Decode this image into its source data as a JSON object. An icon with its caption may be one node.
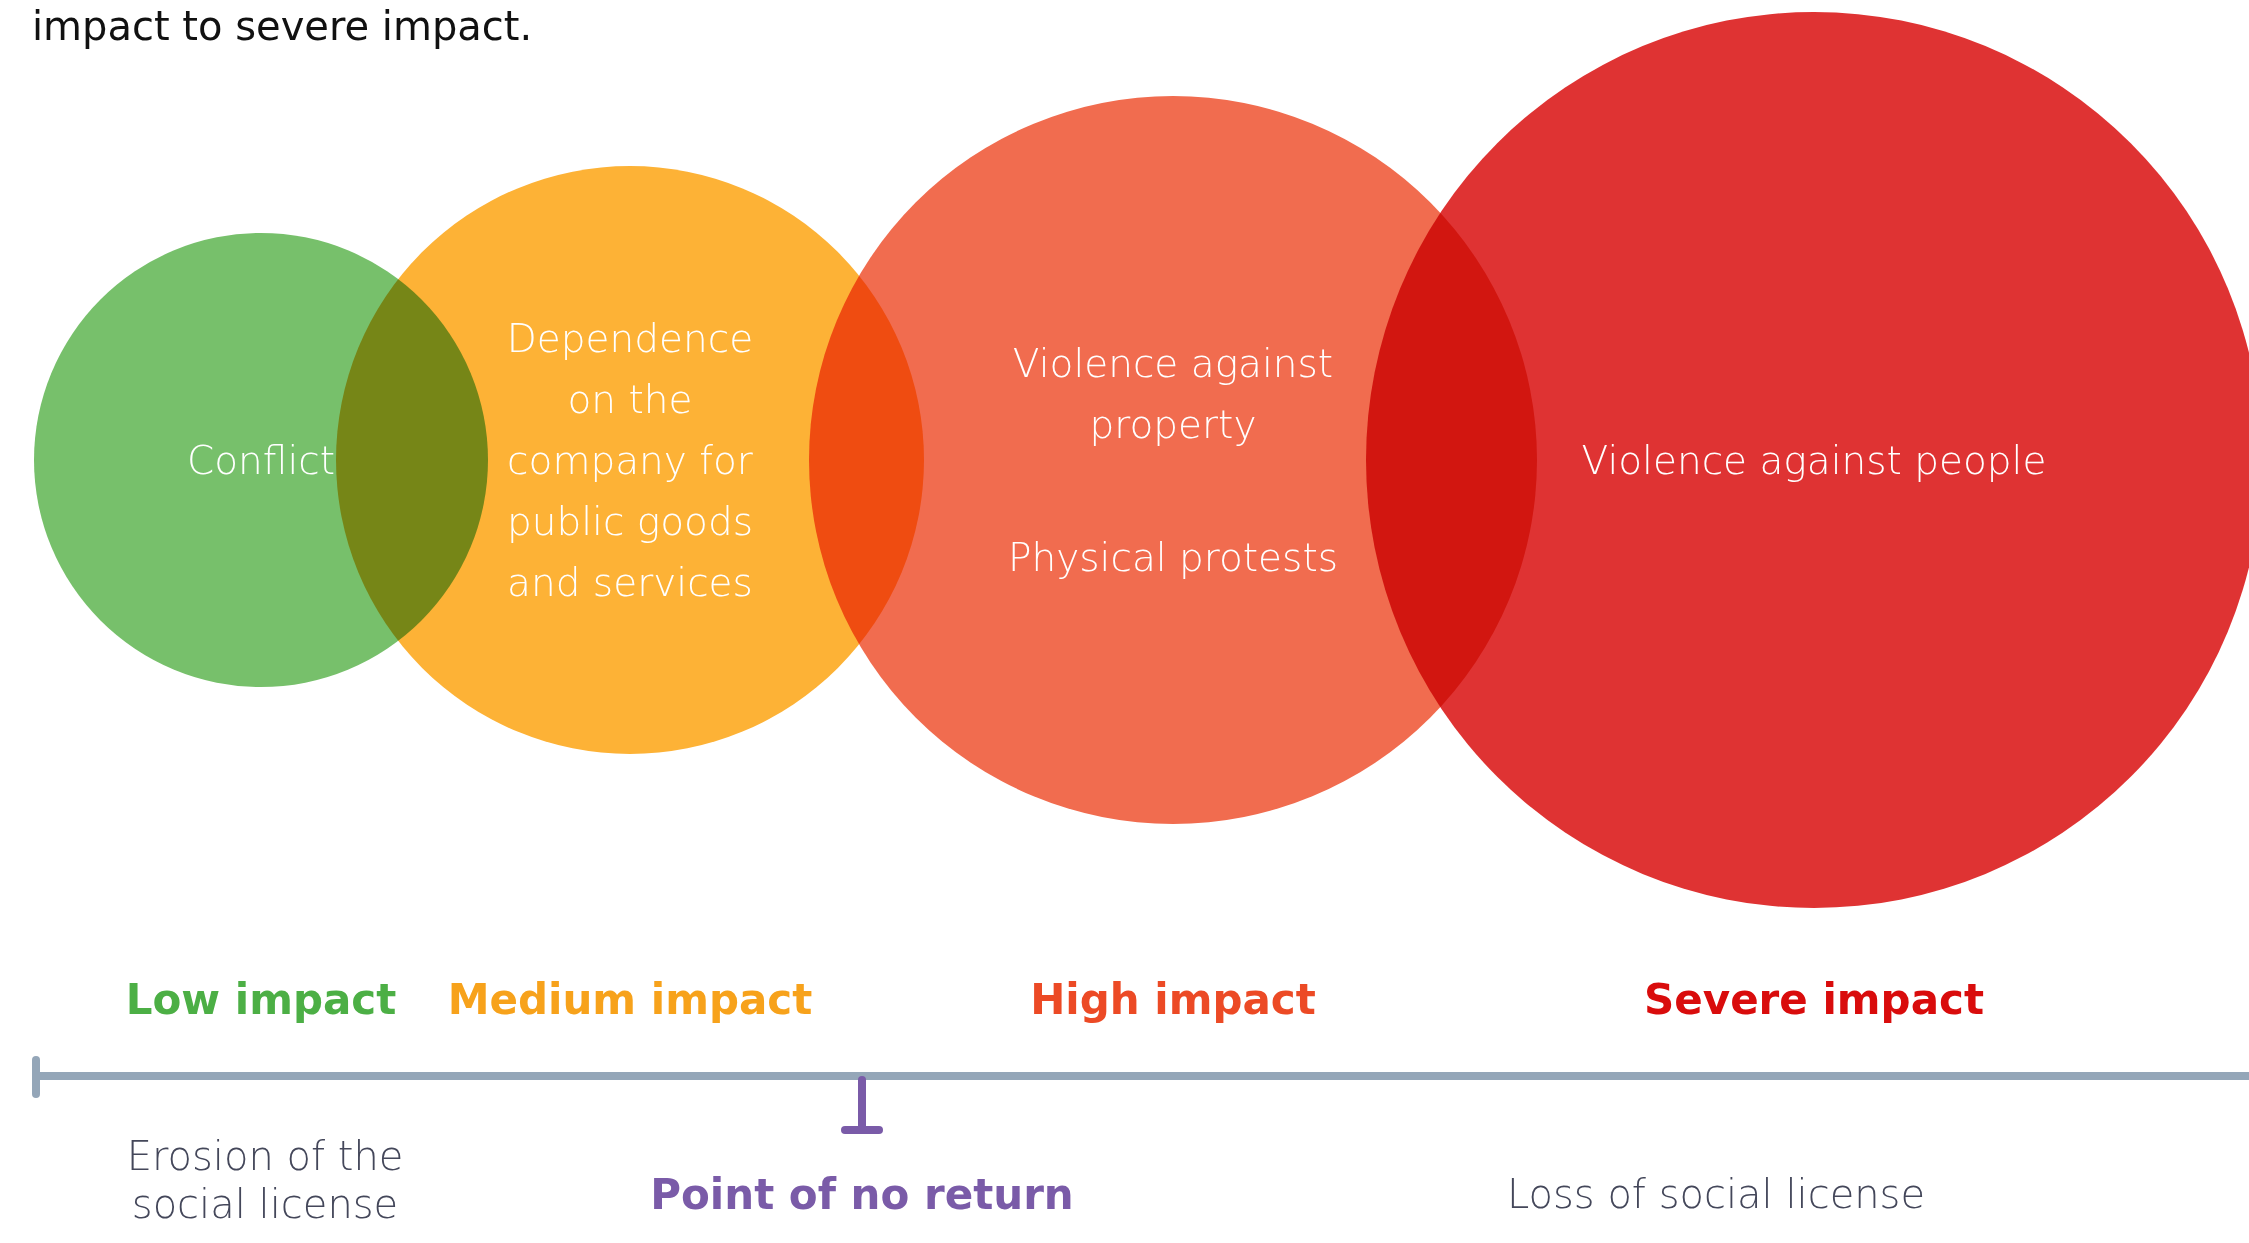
{
  "diagram": {
    "nodes": [
      {
        "text": [
          "Conflict"
        ]
      },
      {
        "text": [
          "Dependence on the company for public goods and services"
        ]
      },
      {
        "text": [
          "Violence against property",
          "Physical protests"
        ]
      },
      {
        "text": [
          "Violence against people"
        ]
      }
    ],
    "edges": [],
    "labels": [
      "impact to severe impact.",
      "Low impact",
      "Medium impact",
      "High impact",
      "Severe impact",
      "Erosion of the social license",
      "Point of no return",
      "Loss of social license"
    ]
  }
}
